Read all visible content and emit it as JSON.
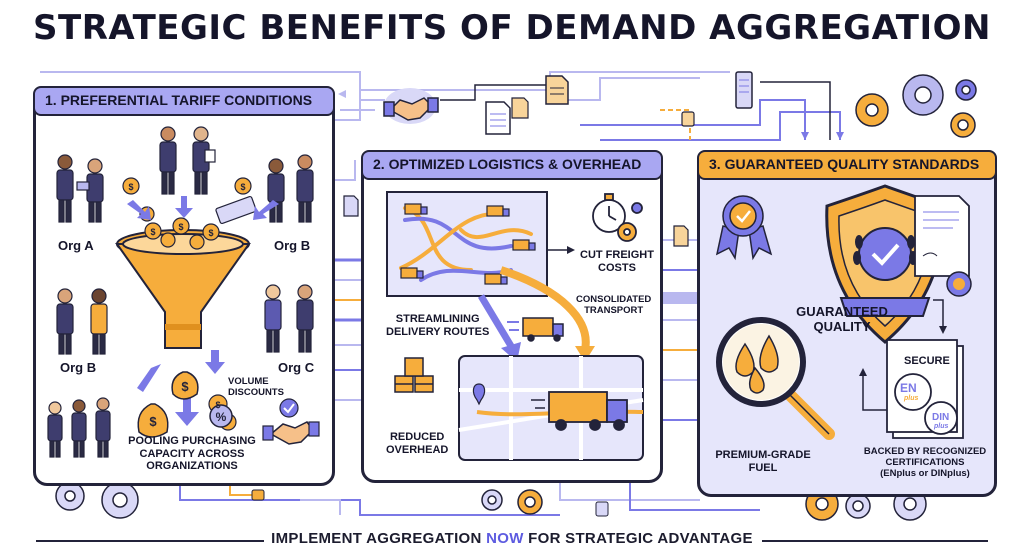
{
  "title": "STRATEGIC BENEFITS OF DEMAND AGGREGATION",
  "panel1": {
    "heading": "1. PREFERENTIAL TARIFF CONDITIONS",
    "org_a": "Org A",
    "org_b_top": "Org B",
    "org_b_bottom": "Org B",
    "org_c": "Org C",
    "volume_discounts": "VOLUME\nDISCOUNTS",
    "pooling": "POOLING PURCHASING\nCAPACITY ACROSS\nORGANIZATIONS",
    "percent_symbol": "%",
    "dollar_symbol": "$"
  },
  "panel2": {
    "heading": "2. OPTIMIZED LOGISTICS & OVERHEAD",
    "cut_freight": "CUT FREIGHT\nCOSTS",
    "consolidated": "CONSOLIDATED\nTRANSPORT",
    "streamlining": "STREAMLINING\nDELIVERY ROUTES",
    "reduced": "REDUCED\nOVERHEAD"
  },
  "panel3": {
    "heading": "3. GUARANTEED QUALITY STANDARDS",
    "guaranteed": "GUARANTEED\nQUALITY",
    "secure": "SECURE",
    "en_plus": "EN",
    "en_plus_sub": "plus",
    "din_plus": "DIN",
    "din_plus_sub": "plus",
    "premium": "PREMIUM-GRADE\nFUEL",
    "backed": "BACKED BY RECOGNIZED\nCERTIFICATIONS\n(ENplus or DINplus)"
  },
  "footer": {
    "before": "IMPLEMENT AGGREGATION ",
    "highlight": "NOW",
    "after": " FOR STRATEGIC ADVANTAGE"
  },
  "colors": {
    "accent_purple": "#7b79e6",
    "accent_orange": "#f6ad3c",
    "ink": "#23233a"
  },
  "icons": [
    "handshake-icon",
    "document-icon",
    "gear-icon",
    "funnel-icon",
    "coin-icon",
    "money-bag-icon",
    "stopwatch-icon",
    "truck-icon",
    "boxes-icon",
    "map-pin-icon",
    "shield-icon",
    "award-ribbon-icon",
    "magnifier-icon",
    "fuel-drop-icon",
    "certificate-icon"
  ]
}
